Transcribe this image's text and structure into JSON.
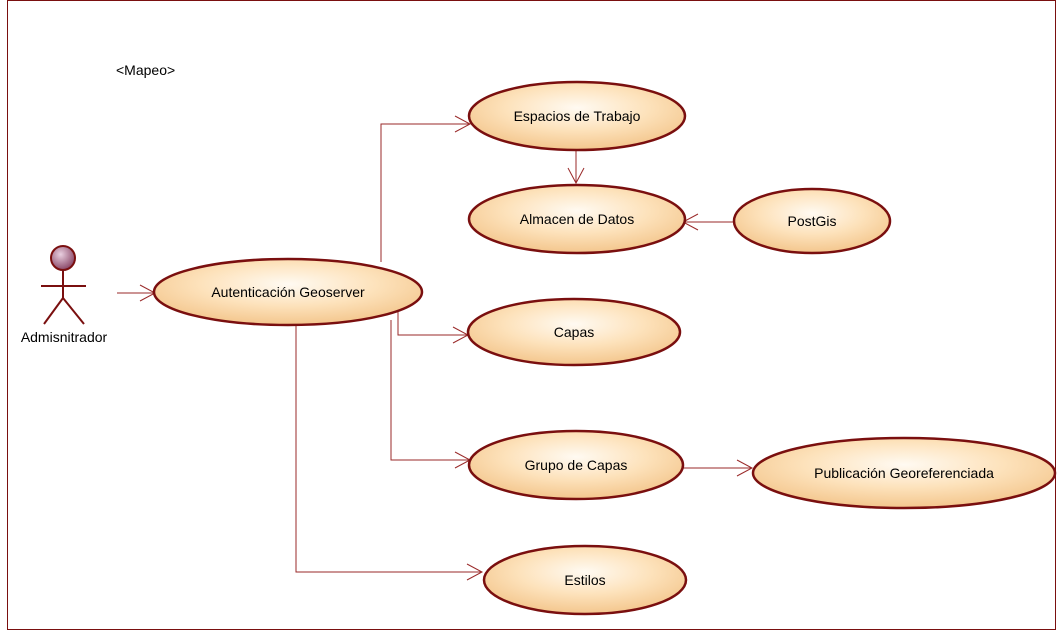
{
  "frame": {
    "title": "<Mapeo>"
  },
  "actor": {
    "name": "Admisnitrador"
  },
  "use_cases": {
    "autenticacion": "Autenticación Geoserver",
    "espacios": "Espacios de Trabajo",
    "almacen": "Almacen de Datos",
    "postgis": "PostGis",
    "capas": "Capas",
    "grupo": "Grupo de Capas",
    "publicacion": "Publicación Georeferenciada",
    "estilos": "Estilos"
  },
  "colors": {
    "border": "#7a0f0f",
    "ellipse_fill_light": "#fffaf2",
    "ellipse_fill_dark": "#f4c890",
    "connector": "#9a2a2a",
    "actor_head_fill": "#a0607a"
  }
}
